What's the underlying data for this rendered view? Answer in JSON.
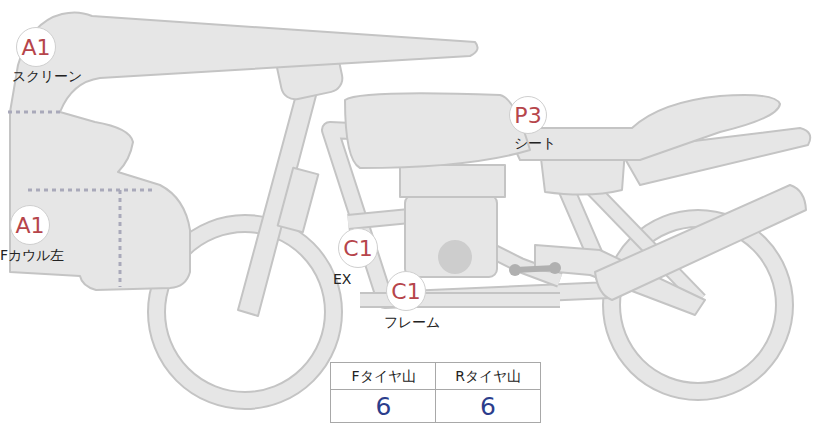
{
  "diagram": {
    "nodes": [
      {
        "text": [
          "A1",
          "スクリーン"
        ]
      },
      {
        "text": [
          "A1",
          "Fカウル左"
        ]
      },
      {
        "text": [
          "P3",
          "シート"
        ]
      },
      {
        "text": [
          "C1",
          "EX"
        ]
      },
      {
        "text": [
          "C1",
          "フレーム"
        ]
      }
    ],
    "labels": [
      "Fタイヤ山",
      "Rタイヤ山",
      "6",
      "6"
    ]
  }
}
